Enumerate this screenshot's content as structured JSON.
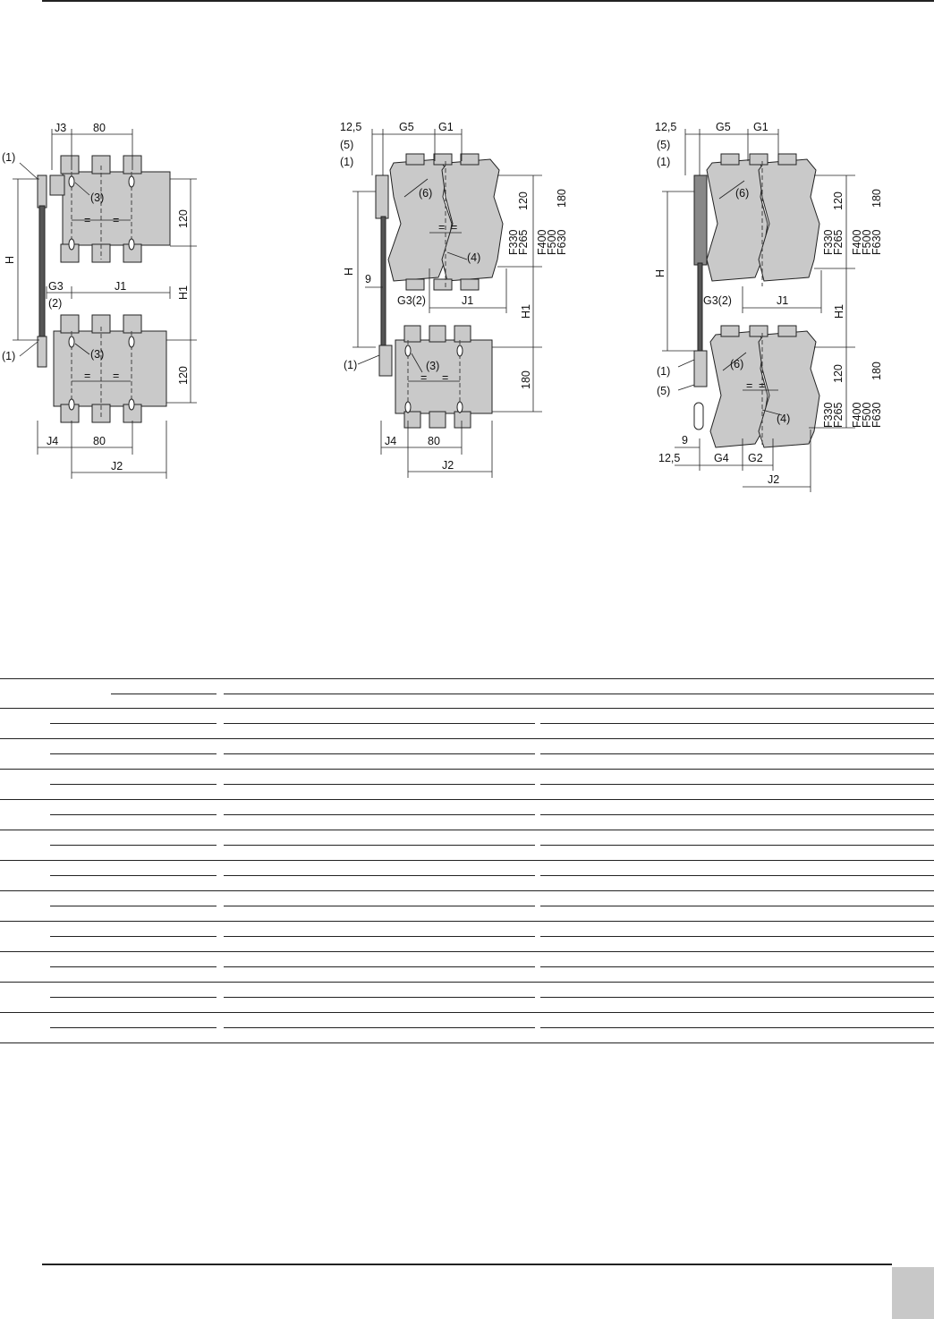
{
  "drawing_left": {
    "labels": {
      "j3": "J3",
      "w80_top": "80",
      "note1_top": "(1)",
      "note3_top": "(3)",
      "eq_a": "=",
      "eq_b": "=",
      "h": "H",
      "v120_top": "120",
      "g3": "G3",
      "j1": "J1",
      "h1": "H1",
      "note2": "(2)",
      "note1_bot": "(1)",
      "note3_bot": "(3)",
      "eq_c": "=",
      "eq_d": "=",
      "v120_bot": "120",
      "j4": "J4",
      "w80_bot": "80",
      "j2": "J2"
    }
  },
  "drawing_middle": {
    "labels": {
      "w125": "12,5",
      "g5": "G5",
      "g1": "G1",
      "note5": "(5)",
      "note1_top": "(1)",
      "note6": "(6)",
      "eq_a": "=",
      "eq_b": "=",
      "note4": "(4)",
      "h": "H",
      "w9": "9",
      "g3_2": "G3(2)",
      "j1": "J1",
      "h1": "H1",
      "note1_bot": "(1)",
      "note3": "(3)",
      "eq_c": "=",
      "eq_d": "=",
      "v180": "180",
      "j4": "J4",
      "w80": "80",
      "j2": "J2",
      "f330": "F330",
      "f265": "F265",
      "f400": "F400",
      "f500": "F500",
      "f630": "F630",
      "v120": "120",
      "v180_brace": "180"
    }
  },
  "drawing_right": {
    "labels": {
      "w125_top": "12,5",
      "g5": "G5",
      "g1": "G1",
      "note5_top": "(5)",
      "note1_top": "(1)",
      "note6_top": "(6)",
      "h": "H",
      "g3_2": "G3(2)",
      "j1": "J1",
      "h1": "H1",
      "note6_bot": "(6)",
      "note1_bot": "(1)",
      "note5_bot": "(5)",
      "eq_a": "=",
      "eq_b": "=",
      "note4": "(4)",
      "w9": "9",
      "w125_bot": "12,5",
      "g4": "G4",
      "g2": "G2",
      "j2": "J2",
      "f330_top": "F330",
      "f265_top": "F265",
      "f400_top": "F400",
      "f500_top": "F500",
      "f630_top": "F630",
      "v120_top": "120",
      "v180_top": "180",
      "f330_bot": "F330",
      "f265_bot": "F265",
      "f400_bot": "F400",
      "f500_bot": "F500",
      "f630_bot": "F630",
      "v120_bot": "120",
      "v180_bot": "180"
    }
  }
}
